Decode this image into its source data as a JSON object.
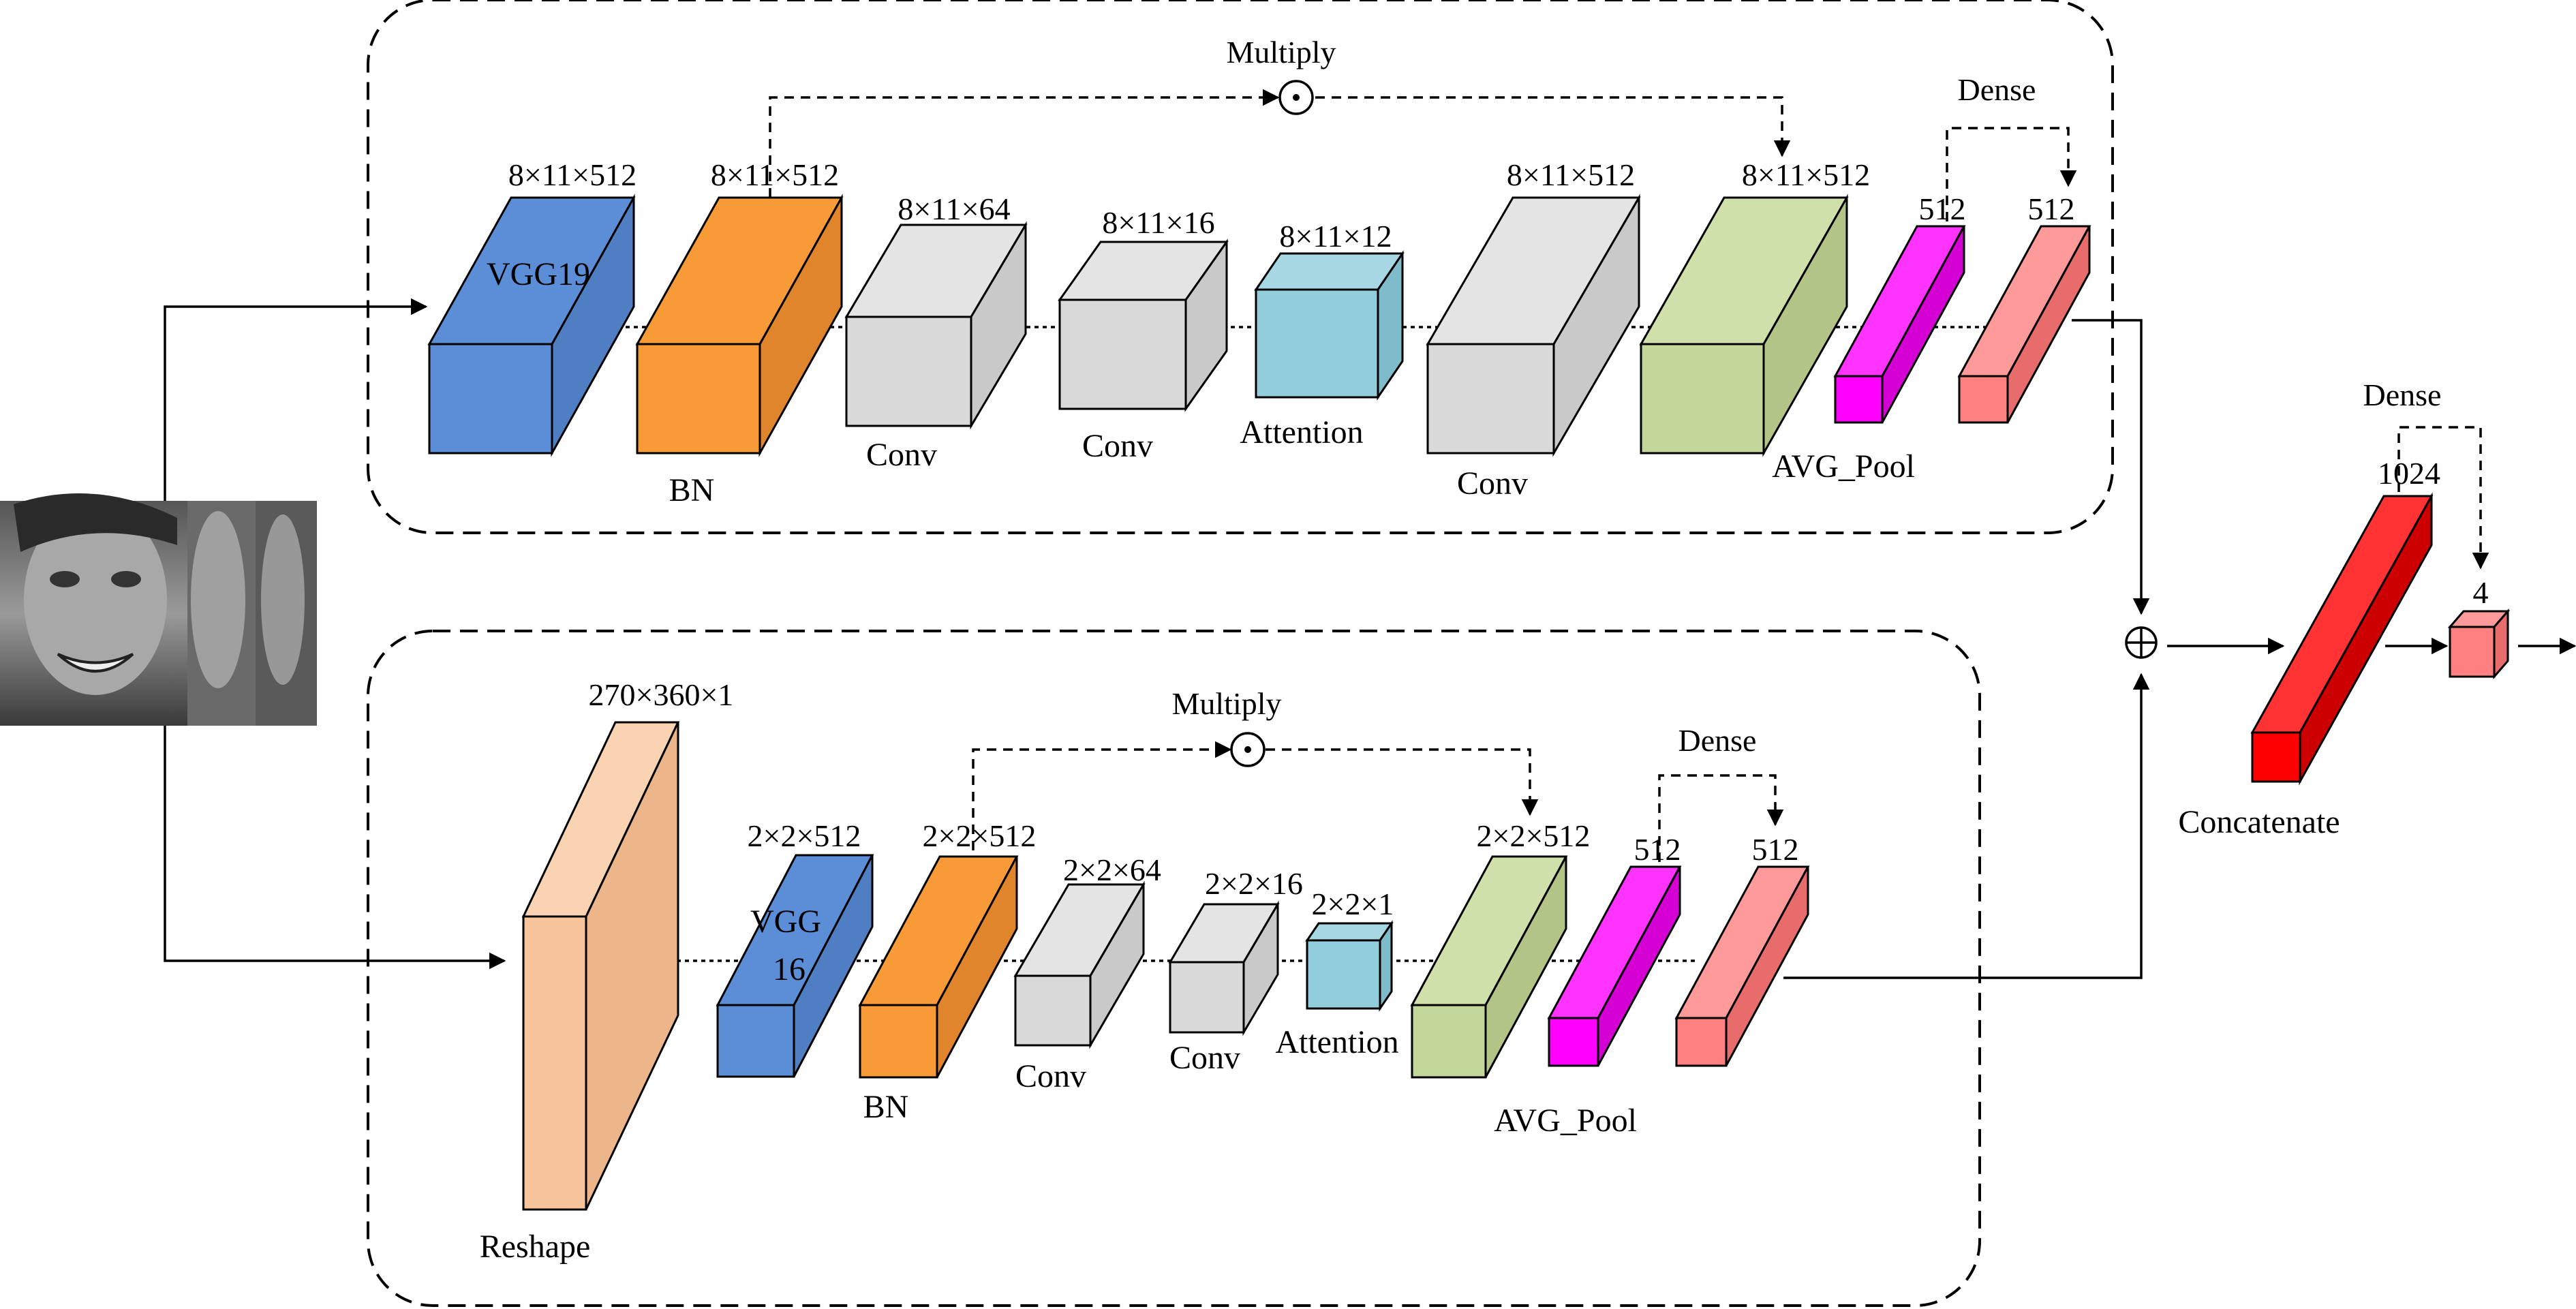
{
  "colors": {
    "vgg": "#5b8ed6",
    "bn": "#f99a38",
    "conv": "#d9d9d9",
    "attention": "#92cddc",
    "pool": "#c4d79b",
    "dense_pool": "#ff00ff",
    "dense_out": "#ff8080",
    "concat": "#ff0000",
    "reshape": "#f8c49b"
  },
  "top_branch": {
    "multiply": "Multiply",
    "dense": "Dense",
    "vgg_dim": "8×11×512",
    "vgg_label": "VGG19",
    "bn_dim": "8×11×512",
    "bn_label": "BN",
    "conv1_dim": "8×11×64",
    "conv1_label": "Conv",
    "conv2_dim": "8×11×16",
    "conv2_label": "Conv",
    "att_dim": "8×11×12",
    "att_label": "Attention",
    "conv3_dim": "8×11×512",
    "conv3_label": "Conv",
    "pool_dim": "8×11×512",
    "dense_pool_dim": "512",
    "dense_out_dim": "512",
    "pool_label": "AVG_Pool"
  },
  "bottom_branch": {
    "reshape_dim": "270×360×1",
    "reshape_label": "Reshape",
    "multiply": "Multiply",
    "dense": "Dense",
    "vgg_dim": "2×2×512",
    "vgg_label_1": "VGG",
    "vgg_label_2": "16",
    "bn_dim": "2×2×512",
    "bn_label": "BN",
    "conv1_dim": "2×2×64",
    "conv1_label": "Conv",
    "conv2_dim": "2×2×16",
    "conv2_label": "Conv",
    "att_dim": "2×2×1",
    "att_label": "Attention",
    "pool_dim": "2×2×512",
    "dense_pool_dim": "512",
    "dense_out_dim": "512",
    "pool_label": "AVG_Pool"
  },
  "head": {
    "dense": "Dense",
    "concat_dim": "1024",
    "concat_label": "Concatenate",
    "out_dim": "4",
    "multiply_symbol": "⊙",
    "add_symbol": "⊕"
  }
}
